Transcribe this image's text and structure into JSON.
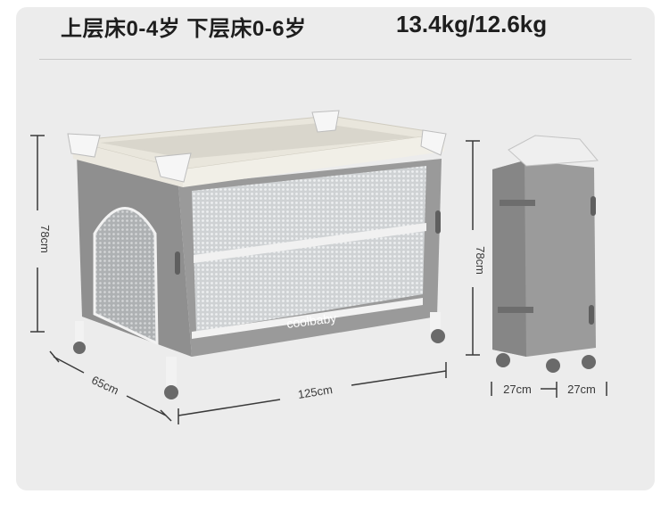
{
  "header": {
    "age_range": "上层床0-4岁  下层床0-6岁",
    "weight": "13.4kg/12.6kg"
  },
  "product": {
    "brand_logo": "coolbaby"
  },
  "dimensions": {
    "open_height": "78cm",
    "open_depth": "65cm",
    "open_length": "125cm",
    "folded_height": "78cm",
    "folded_width_a": "27cm",
    "folded_width_b": "27cm"
  },
  "colors": {
    "frame_gray": "#8e8e8e",
    "rail_beige": "#e9e6dc",
    "mesh": "#d7d9db",
    "accent_white": "#f7f7f7"
  }
}
